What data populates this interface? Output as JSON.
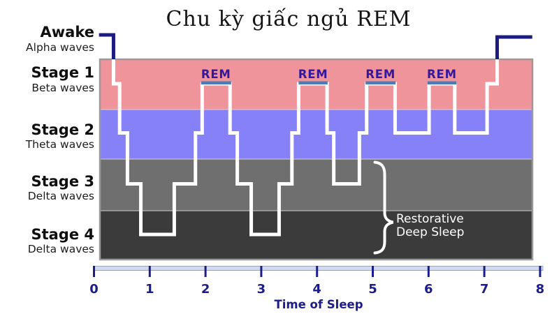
{
  "page": {
    "background": "#ffffff"
  },
  "chart_data": {
    "type": "step-line",
    "title": "Chu kỳ giấc ngủ REM",
    "xlabel": "Time of Sleep",
    "x_ticks": [
      "0",
      "1",
      "2",
      "3",
      "4",
      "5",
      "6",
      "7",
      "8"
    ],
    "xlim": [
      0,
      8
    ],
    "grid": "off",
    "stage_rows": [
      {
        "label": "Awake",
        "sub": "Alpha waves",
        "band_color": null
      },
      {
        "label": "Stage 1",
        "sub": "Beta waves",
        "band_color": "#ef949b"
      },
      {
        "label": "Stage 2",
        "sub": "Theta waves",
        "band_color": "#8781f7"
      },
      {
        "label": "Stage 3",
        "sub": "Delta waves",
        "band_color": "#6f6f6f"
      },
      {
        "label": "Stage 4",
        "sub": "Delta waves",
        "band_color": "#3b3b3b"
      }
    ],
    "hypnogram_segments": [
      {
        "stage": 1,
        "from": 0.35,
        "to": 0.46
      },
      {
        "stage": 2,
        "from": 0.46,
        "to": 0.6
      },
      {
        "stage": 3,
        "from": 0.6,
        "to": 0.84
      },
      {
        "stage": 4,
        "from": 0.84,
        "to": 1.44
      },
      {
        "stage": 3,
        "from": 1.44,
        "to": 1.82
      },
      {
        "stage": 2,
        "from": 1.82,
        "to": 1.94
      },
      {
        "stage": 1,
        "from": 1.94,
        "to": 2.44
      },
      {
        "stage": 2,
        "from": 2.44,
        "to": 2.57
      },
      {
        "stage": 3,
        "from": 2.57,
        "to": 2.82
      },
      {
        "stage": 4,
        "from": 2.82,
        "to": 3.32
      },
      {
        "stage": 3,
        "from": 3.32,
        "to": 3.55
      },
      {
        "stage": 2,
        "from": 3.55,
        "to": 3.67
      },
      {
        "stage": 1,
        "from": 3.67,
        "to": 4.18
      },
      {
        "stage": 2,
        "from": 4.18,
        "to": 4.3
      },
      {
        "stage": 3,
        "from": 4.3,
        "to": 4.76
      },
      {
        "stage": 2,
        "from": 4.76,
        "to": 4.89
      },
      {
        "stage": 1,
        "from": 4.89,
        "to": 5.4
      },
      {
        "stage": 2,
        "from": 5.4,
        "to": 6.01
      },
      {
        "stage": 1,
        "from": 6.01,
        "to": 6.47
      },
      {
        "stage": 2,
        "from": 6.47,
        "to": 7.05
      },
      {
        "stage": 1,
        "from": 7.05,
        "to": 7.23
      }
    ],
    "awake_lines": {
      "start": {
        "from": 0.09,
        "to": 0.35
      },
      "end": {
        "from": 7.23,
        "to": 7.86
      }
    },
    "rem_periods": [
      {
        "label": "REM",
        "from": 1.92,
        "to": 2.46
      },
      {
        "label": "REM",
        "from": 3.67,
        "to": 4.19
      },
      {
        "label": "REM",
        "from": 4.87,
        "to": 5.41
      },
      {
        "label": "REM",
        "from": 5.98,
        "to": 6.5
      }
    ],
    "annotation": {
      "line1": "Restorative",
      "line2": "Deep Sleep",
      "applies_to": "Stage 3 + Stage 4"
    },
    "colors": {
      "line": "#ffffff",
      "awake_line": "#1b1b80",
      "rem_text": "#34189c",
      "rem_underline": "#4a7cb8",
      "axis_text": "#1c1c8a",
      "axis_bar": "#cfdbf0",
      "axis_bar_edge": "#93a6c9",
      "plot_border": "#999999",
      "band_separator": "#d8d8d8",
      "title_text": "#141414",
      "annotation_text": "#ffffff"
    }
  }
}
